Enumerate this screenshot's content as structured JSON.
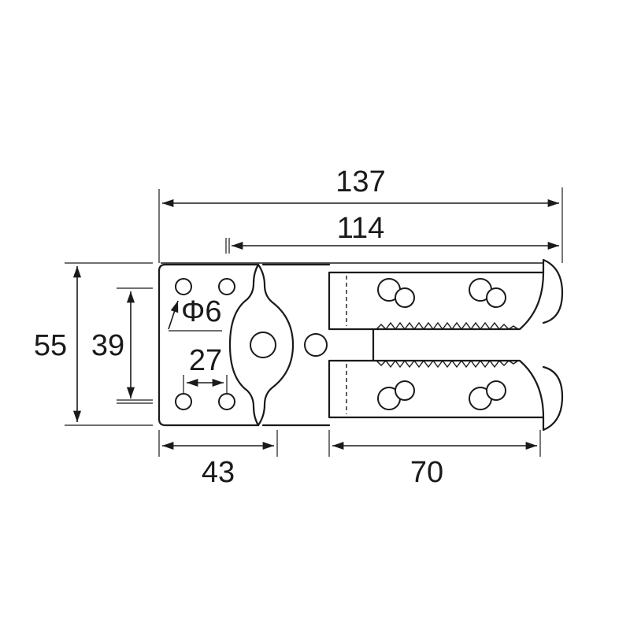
{
  "drawing": {
    "dimensions": {
      "total_length": "137",
      "inner_length": "114",
      "total_height": "55",
      "hole_span_vertical": "39",
      "hole_diameter": "Φ6",
      "hole_span_horizontal": "27",
      "left_plate_length": "43",
      "jaw_length": "70"
    }
  }
}
